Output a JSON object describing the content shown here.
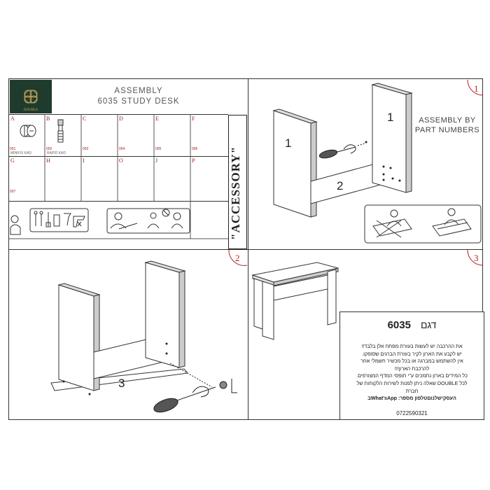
{
  "header": {
    "brand": "DOUBLE",
    "title_line1": "ASSEMBLY",
    "title_line2": "6035 STUDY DESK"
  },
  "accessories": {
    "row1": [
      {
        "letter": "A",
        "code": "001",
        "desc": "MINIFIX KAD",
        "icon": "cam-lock-icon"
      },
      {
        "letter": "B",
        "code": "002",
        "desc": "RAPID KAD",
        "icon": "cam-bolt-icon"
      },
      {
        "letter": "C",
        "code": "003",
        "desc": "",
        "icon": ""
      },
      {
        "letter": "D",
        "code": "004",
        "desc": "",
        "icon": ""
      },
      {
        "letter": "E",
        "code": "005",
        "desc": "",
        "icon": ""
      },
      {
        "letter": "F",
        "code": "006",
        "desc": "",
        "icon": ""
      }
    ],
    "row2": [
      {
        "letter": "G",
        "code": "007",
        "desc": ""
      },
      {
        "letter": "H",
        "code": "",
        "desc": ""
      },
      {
        "letter": "I",
        "code": "",
        "desc": ""
      },
      {
        "letter": "O",
        "code": "",
        "desc": ""
      },
      {
        "letter": "J",
        "code": "",
        "desc": ""
      },
      {
        "letter": "P",
        "code": "",
        "desc": ""
      }
    ],
    "label": "\"ACCESSORY\""
  },
  "step1": {
    "number": "1",
    "part_1": "1",
    "part_2": "2",
    "part_1b": "1",
    "note_line1": "ASSEMBLY BY",
    "note_line2": "PART NUMBERS"
  },
  "step2": {
    "number": "2",
    "part_3": "3"
  },
  "step3": {
    "number": "3"
  },
  "info": {
    "model_number": "6035",
    "model_label": "דגם",
    "lines": [
      "את ההרכבה יש לעשות בעזרת מפתח אלן בלבד!!",
      "יש לקבע את הארון לקיר בעזרת הברגים שסופקו.",
      "אין להשתמש במברגה או בכל מכשיר חשמלי אחר",
      "להרכבת הארון!!!",
      "כל המידים בארון נתמכים ע\"י תופסי המדף המצורפים.",
      "לכל DOUBLE שאלה ניתן לפנות לשירות הלקוחות של",
      "חברת"
    ],
    "contact_line": "העסקישלנוםטלפון מספר: What'sAppב",
    "phone": "0722590321"
  },
  "colors": {
    "brand_green": "#1f3b2d",
    "step_red": "#b22222",
    "logo_gold": "#c9a45a"
  }
}
